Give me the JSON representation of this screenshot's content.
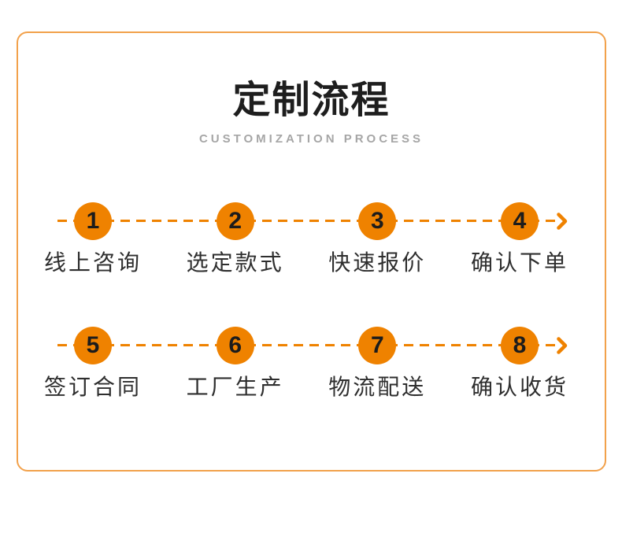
{
  "header": {
    "title": "定制流程",
    "subtitle": "CUSTOMIZATION PROCESS"
  },
  "colors": {
    "accent": "#ef8200",
    "card_border": "#f2a14b",
    "title": "#1e1e1e",
    "subtitle": "#a6a6a6",
    "label": "#2e2e2e",
    "step_number": "#1c1c1c",
    "page_bg": "#ffffff"
  },
  "icons": {
    "arrow_right": "❯"
  },
  "steps": [
    {
      "number": "1",
      "label": "线上咨询"
    },
    {
      "number": "2",
      "label": "选定款式"
    },
    {
      "number": "3",
      "label": "快速报价"
    },
    {
      "number": "4",
      "label": "确认下单"
    },
    {
      "number": "5",
      "label": "签订合同"
    },
    {
      "number": "6",
      "label": "工厂生产"
    },
    {
      "number": "7",
      "label": "物流配送"
    },
    {
      "number": "8",
      "label": "确认收货"
    }
  ]
}
